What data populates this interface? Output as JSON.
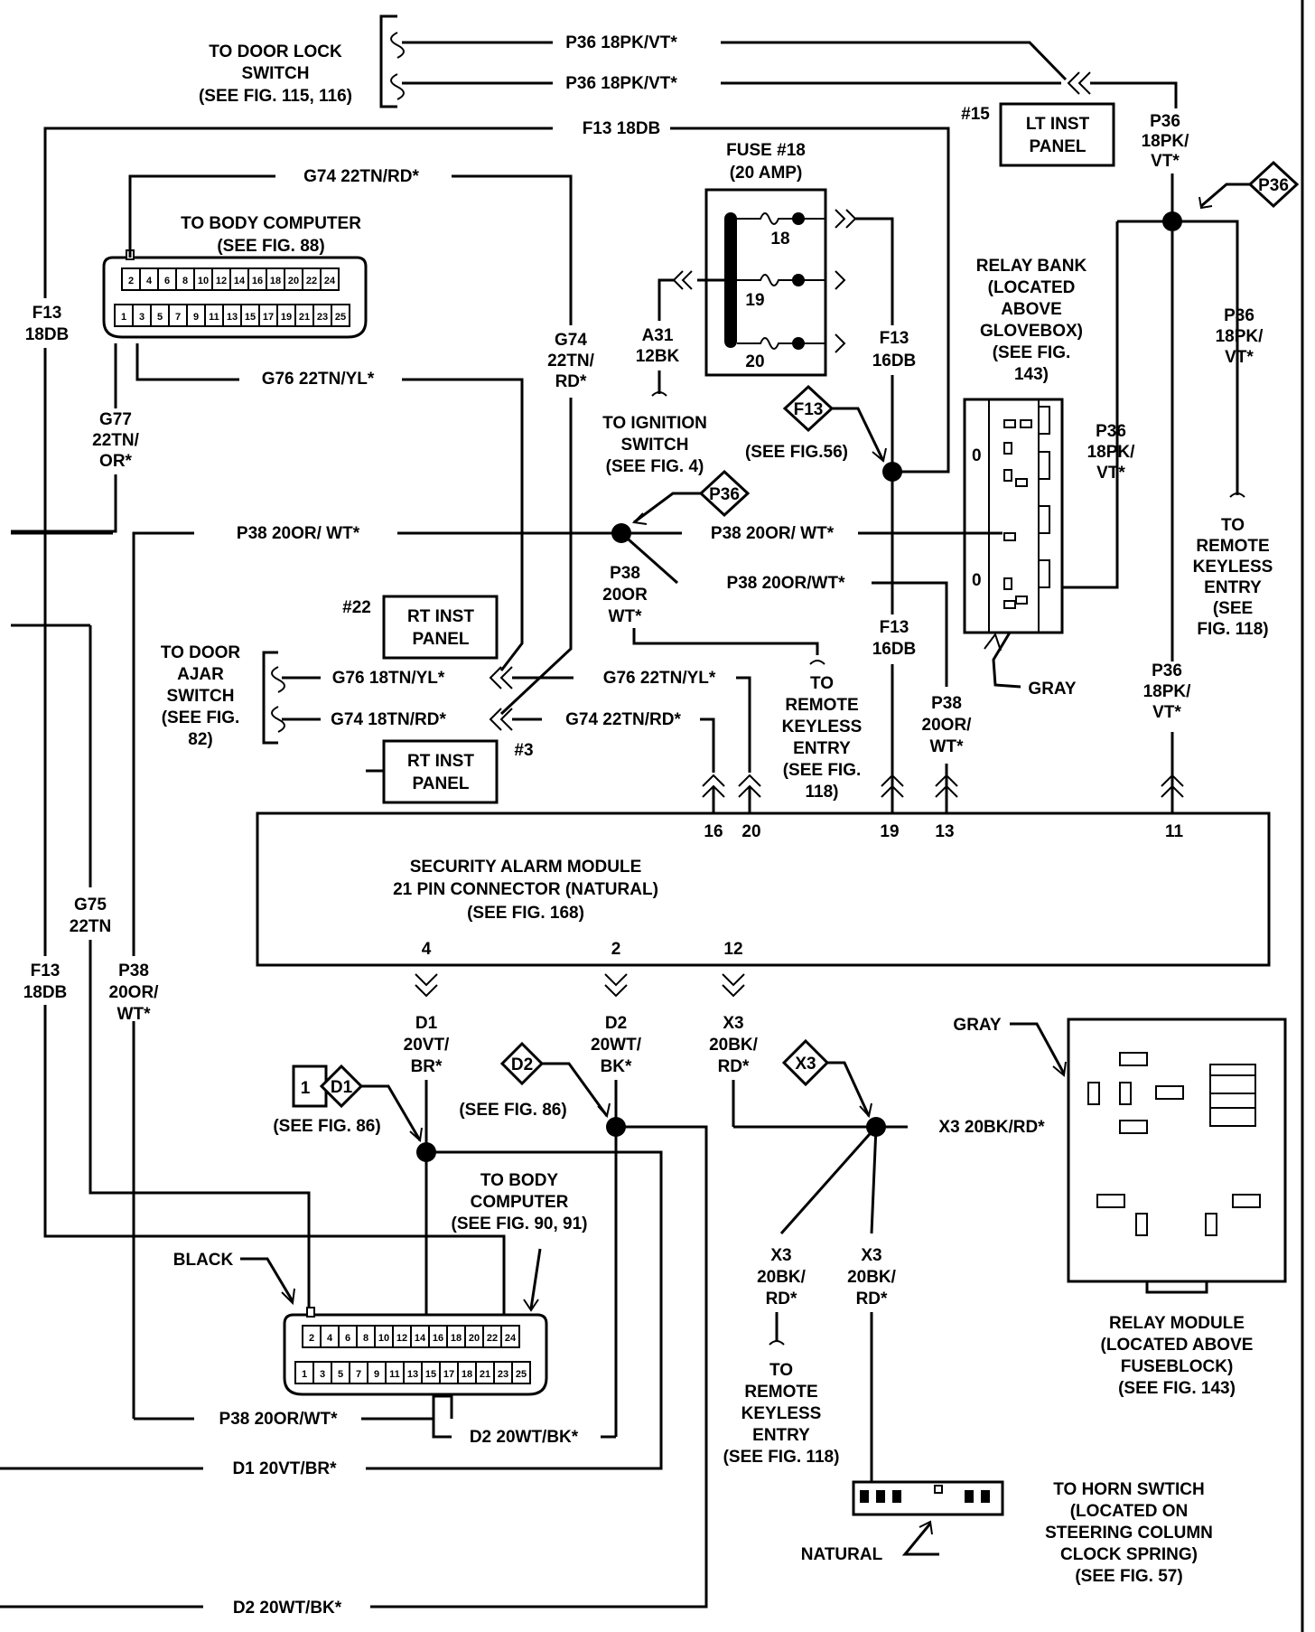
{
  "wires": {
    "p36_18pkvt_1": "P36 18PK/VT*",
    "p36_18pkvt_2": "P36 18PK/VT*",
    "f13_18db_top": "F13 18DB",
    "g74_22tnrd_top": "G74 22TN/RD*",
    "g76_22tnyl_mid": "G76 22TN/YL*",
    "p38_20orwt_left": "P38 20OR/ WT*",
    "p38_20orwt_right": "P38 20OR/ WT*",
    "p38_20orwt_lower": "P38 20OR/WT*",
    "g76_18tnyl": "G76 18TN/YL*",
    "g74_18tnrd": "G74 18TN/RD*",
    "g76_22tnyl_low": "G76 22TN/YL*",
    "g74_22tnrd_low": "G74 22TN/RD*",
    "x3_20bkrd": "X3 20BK/RD*",
    "p38_20orwt_bottom": "P38 20OR/WT*",
    "d2_20wtbk_bottom": "D2 20WT/BK*",
    "d1_20vtbr_bottom": "D1 20VT/BR*",
    "d2_20wtbk_footer": "D2 20WT/BK*"
  },
  "vertical_labels": {
    "f13_18db_left": [
      "F13",
      "18DB"
    ],
    "g77": [
      "G77",
      "22TN/",
      "OR*"
    ],
    "g74_22tnrd": [
      "G74",
      "22TN/",
      "RD*"
    ],
    "a31": [
      "A31",
      "12BK"
    ],
    "f13_16db_top": [
      "F13",
      "16DB"
    ],
    "p36_top": [
      "P36",
      "18PK/",
      "VT*"
    ],
    "p36_right": [
      "P36",
      "18PK/",
      "VT*"
    ],
    "p36_relay": [
      "P36",
      "18PK/",
      "VT*"
    ],
    "p38_splice": [
      "P38",
      "20OR",
      "WT*"
    ],
    "f13_16db_mid": [
      "F13",
      "16DB"
    ],
    "p38_pin13": [
      "P38",
      "20OR/",
      "WT*"
    ],
    "p36_pin11": [
      "P36",
      "18PK/",
      "VT*"
    ],
    "g75": [
      "G75",
      "22TN"
    ],
    "f13_18db_low": [
      "F13",
      "18DB"
    ],
    "p38_low": [
      "P38",
      "20OR/",
      "WT*"
    ],
    "d1": [
      "D1",
      "20VT/",
      "BR*"
    ],
    "d2": [
      "D2",
      "20WT/",
      "BK*"
    ],
    "x3": [
      "X3",
      "20BK/",
      "RD*"
    ],
    "x3_a": [
      "X3",
      "20BK/",
      "RD*"
    ],
    "x3_b": [
      "X3",
      "20BK/",
      "RD*"
    ]
  },
  "notes": {
    "door_lock": [
      "TO DOOR LOCK",
      "SWITCH",
      "(SEE FIG. 115, 116)"
    ],
    "body_computer_top": [
      "TO BODY COMPUTER",
      "(SEE FIG. 88)"
    ],
    "fuse": [
      "FUSE #18",
      "(20 AMP)"
    ],
    "relay_bank": [
      "RELAY BANK",
      "(LOCATED",
      "ABOVE",
      "GLOVEBOX)",
      "(SEE FIG.",
      "143)"
    ],
    "ignition": [
      "TO IGNITION",
      "SWITCH",
      "(SEE FIG. 4)"
    ],
    "see_fig_56": "(SEE  FIG.56)",
    "remote_keyless_right": [
      "TO",
      "REMOTE",
      "KEYLESS",
      "ENTRY",
      "(SEE",
      "FIG. 118)"
    ],
    "remote_keyless_mid": [
      "TO",
      "REMOTE",
      "KEYLESS",
      "ENTRY",
      "(SEE FIG.",
      "118)"
    ],
    "door_ajar": [
      "TO DOOR",
      "AJAR",
      "SWITCH",
      "(SEE FIG.",
      "82)"
    ],
    "gray_relay": "GRAY",
    "module": [
      "SECURITY ALARM MODULE",
      "21 PIN CONNECTOR (NATURAL)",
      "(SEE FIG. 168)"
    ],
    "see_fig_86_a": "(SEE  FIG. 86)",
    "see_fig_86_b": "(SEE  FIG. 86)",
    "body_computer_low": [
      "TO BODY",
      "COMPUTER",
      "(SEE FIG. 90,  91)"
    ],
    "black": "BLACK",
    "gray_module": "GRAY",
    "relay_module": [
      "RELAY MODULE",
      "(LOCATED ABOVE",
      "FUSEBLOCK)",
      "(SEE FIG. 143)"
    ],
    "remote_keyless_low": [
      "TO",
      "REMOTE",
      "KEYLESS",
      "ENTRY",
      "(SEE FIG. 118)"
    ],
    "horn": [
      "TO HORN SWTICH",
      "(LOCATED ON",
      "STEERING COLUMN",
      "CLOCK SPRING)",
      "(SEE FIG. 57)"
    ],
    "natural": "NATURAL"
  },
  "boxes": {
    "lt_inst_15": {
      "num": "#15",
      "label": [
        "LT INST",
        "PANEL"
      ]
    },
    "rt_inst_22": {
      "num": "#22",
      "label": [
        "RT INST",
        "PANEL"
      ]
    },
    "rt_inst_3": {
      "num": "#3",
      "label": [
        "RT INST",
        "PANEL"
      ]
    }
  },
  "fuse_numbers": [
    "18",
    "19",
    "20"
  ],
  "module_pins": {
    "top": [
      "16",
      "20",
      "19",
      "13",
      "11"
    ],
    "bottom": [
      "4",
      "2",
      "12"
    ]
  },
  "splice_tags": {
    "p36_a": "P36",
    "p36_b": "P36",
    "f13": "F13",
    "d1": "D1",
    "d1_num": "1",
    "d2": "D2",
    "x3": "X3"
  },
  "connector": {
    "top_row": [
      "2",
      "4",
      "6",
      "8",
      "10",
      "12",
      "14",
      "16",
      "18",
      "20",
      "22",
      "24"
    ],
    "bottom_row": [
      "1",
      "3",
      "5",
      "7",
      "9",
      "11",
      "13",
      "15",
      "17",
      "19",
      "21",
      "23",
      "25"
    ],
    "bottom_row_low": [
      "1",
      "3",
      "5",
      "7",
      "9",
      "11",
      "13",
      "15",
      "17",
      "18",
      "21",
      "23",
      "25"
    ]
  },
  "cavities": {
    "relay_bank": "0",
    "relay_bank_2": "0"
  }
}
